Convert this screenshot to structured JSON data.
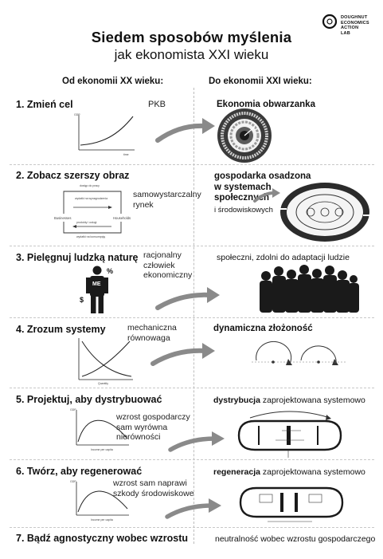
{
  "logo": {
    "lines": [
      "DOUGHNUT",
      "ECONOMICS",
      "ACTION",
      "LAB"
    ]
  },
  "title": {
    "line1": "Siedem sposobów myślenia",
    "line2": "jak ekonomista XXI wieku"
  },
  "columns": {
    "left": "Od ekonomii XX wieku:",
    "right": "Do ekonomii XXI wieku:"
  },
  "steps": [
    {
      "heading": "1. Zmień cel",
      "old": "PKB",
      "new": "Ekonomia obwarzanka",
      "axis_y": "GDP",
      "axis_x": "time"
    },
    {
      "heading": "2. Zobacz szerszy obraz",
      "old_line1": "samowystarczalny",
      "old_line2": "rynek",
      "new_line1": "gospodarka osadzona",
      "new_line2": "w systemach",
      "new_line3": "społecznych",
      "new_line4": "i środowiskowych",
      "flow": {
        "top": "dostęp do pracy",
        "top2": "wydatki na wynagrodzenia",
        "left": "Businesses",
        "right": "Households",
        "bottom": "produkty i usługi",
        "bottom2": "wydatki na konsumpcję"
      }
    },
    {
      "heading": "3. Pielęgnuj ludzką naturę",
      "old_line1": "racjonalny",
      "old_line2": "człowiek",
      "old_line3": "ekonomiczny",
      "new": "społeczni, zdolni do adaptacji ludzie",
      "figure_label": "ME",
      "percent": "%",
      "dollar": "$"
    },
    {
      "heading": "4. Zrozum systemy",
      "old_line1": "mechaniczna",
      "old_line2": "równowaga",
      "new": "dynamiczna złożoność",
      "axis_x": "Quantity"
    },
    {
      "heading": "5. Projektuj, aby dystrybuować",
      "old_line1": "wzrost gospodarczy",
      "old_line2": "sam wyrówna",
      "old_line3": "nierówności",
      "new_bold": "dystrybucja",
      "new_rest": " zaprojektowana systemowo",
      "axis_y": "GDP",
      "axis_x": "Income per capita"
    },
    {
      "heading": "6. Twórz, aby regenerować",
      "old_line1": "wzrost sam naprawi",
      "old_line2": "szkody środowiskowe",
      "new_bold": "regeneracja",
      "new_rest": " zaprojektowana systemowo",
      "axis_y": "GDP",
      "axis_x": "Income per capita"
    },
    {
      "heading": "7. Bądź agnostyczny wobec wzrostu",
      "new": "neutralność wobec wzrostu gospodarczego"
    }
  ],
  "colors": {
    "text": "#111111",
    "arrow": "#8a8a8a",
    "divider": "#bdbdbd",
    "black": "#1a1a1a"
  }
}
